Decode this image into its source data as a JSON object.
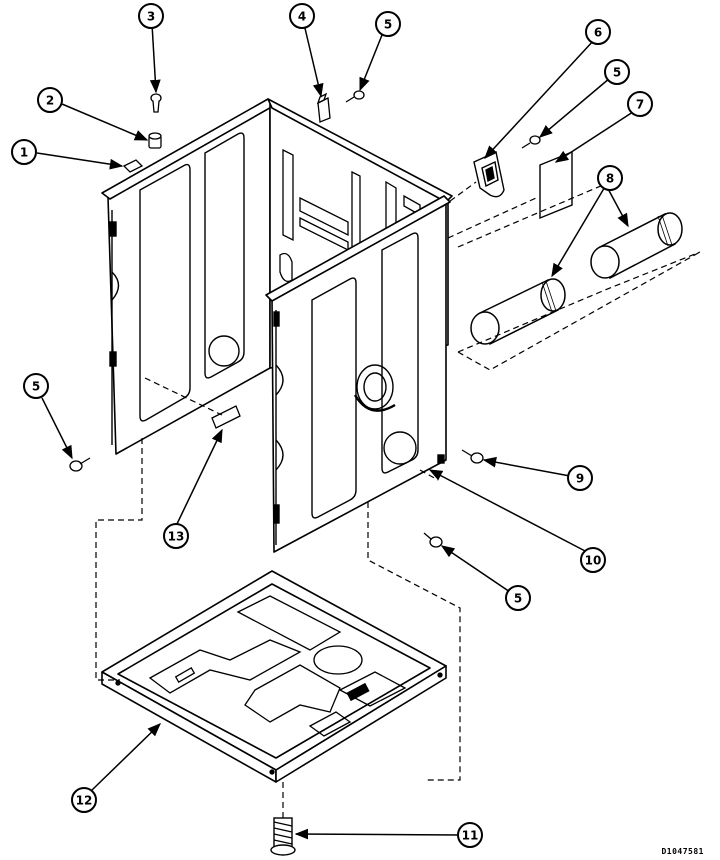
{
  "diagram": {
    "type": "exploded-parts-view",
    "line_color": "#000000",
    "background": "#ffffff",
    "callouts": [
      {
        "id": "c1",
        "label": "1",
        "part": "clip"
      },
      {
        "id": "c2",
        "label": "2",
        "part": "bushing"
      },
      {
        "id": "c3",
        "label": "3",
        "part": "screw"
      },
      {
        "id": "c4",
        "label": "4",
        "part": "bracket"
      },
      {
        "id": "c5a",
        "label": "5",
        "part": "screw"
      },
      {
        "id": "c6",
        "label": "6",
        "part": "bracket"
      },
      {
        "id": "c5b",
        "label": "5",
        "part": "screw"
      },
      {
        "id": "c7",
        "label": "7",
        "part": "insulation-pad"
      },
      {
        "id": "c8",
        "label": "8",
        "part": "duct"
      },
      {
        "id": "c5c",
        "label": "5",
        "part": "screw"
      },
      {
        "id": "c13",
        "label": "13",
        "part": "label"
      },
      {
        "id": "c9",
        "label": "9",
        "part": "screw"
      },
      {
        "id": "c10",
        "label": "10",
        "part": "cabinet-front-panel"
      },
      {
        "id": "c5d",
        "label": "5",
        "part": "screw"
      },
      {
        "id": "c12",
        "label": "12",
        "part": "base"
      },
      {
        "id": "c11",
        "label": "11",
        "part": "leveling-leg"
      }
    ],
    "drawing_id": "D1047581"
  }
}
